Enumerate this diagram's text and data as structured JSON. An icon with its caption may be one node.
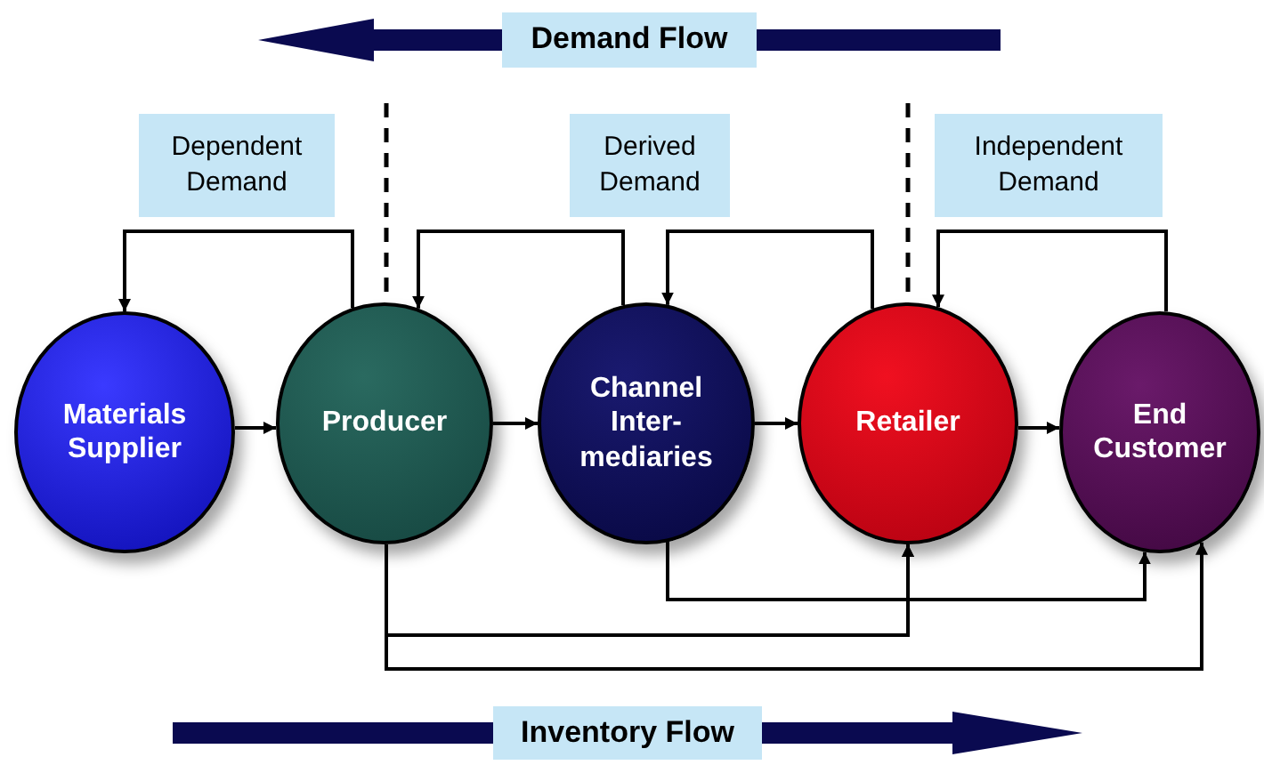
{
  "diagram": {
    "nodes": [
      {
        "text": [
          "Demand Flow"
        ]
      },
      {
        "text": [
          "Dependent Demand"
        ]
      },
      {
        "text": [
          "Derived Demand"
        ]
      },
      {
        "text": [
          "Independent Demand"
        ]
      },
      {
        "text": [
          "Materials Supplier"
        ]
      },
      {
        "text": [
          "Producer"
        ]
      },
      {
        "text": [
          "Channel Inter- mediaries"
        ]
      },
      {
        "text": [
          "Retailer"
        ]
      },
      {
        "text": [
          "End Customer"
        ]
      },
      {
        "text": [
          "Inventory Flow"
        ]
      }
    ],
    "edges": [
      {
        "from": 4,
        "to": 5,
        "arrow": "to"
      },
      {
        "from": 5,
        "to": 6,
        "arrow": "to"
      },
      {
        "from": 6,
        "to": 7,
        "arrow": "to"
      },
      {
        "from": 7,
        "to": 8,
        "arrow": "to"
      },
      {
        "from": 5,
        "to": 4,
        "arrow": "to"
      },
      {
        "from": 6,
        "to": 5,
        "arrow": "to"
      },
      {
        "from": 7,
        "to": 6,
        "arrow": "to"
      },
      {
        "from": 8,
        "to": 7,
        "arrow": "to"
      },
      {
        "from": 6,
        "to": 7,
        "arrow": "to"
      },
      {
        "from": 6,
        "to": 8,
        "arrow": "to"
      },
      {
        "from": 5,
        "to": 7,
        "arrow": "to"
      },
      {
        "from": 5,
        "to": 8,
        "arrow": "to"
      }
    ]
  }
}
